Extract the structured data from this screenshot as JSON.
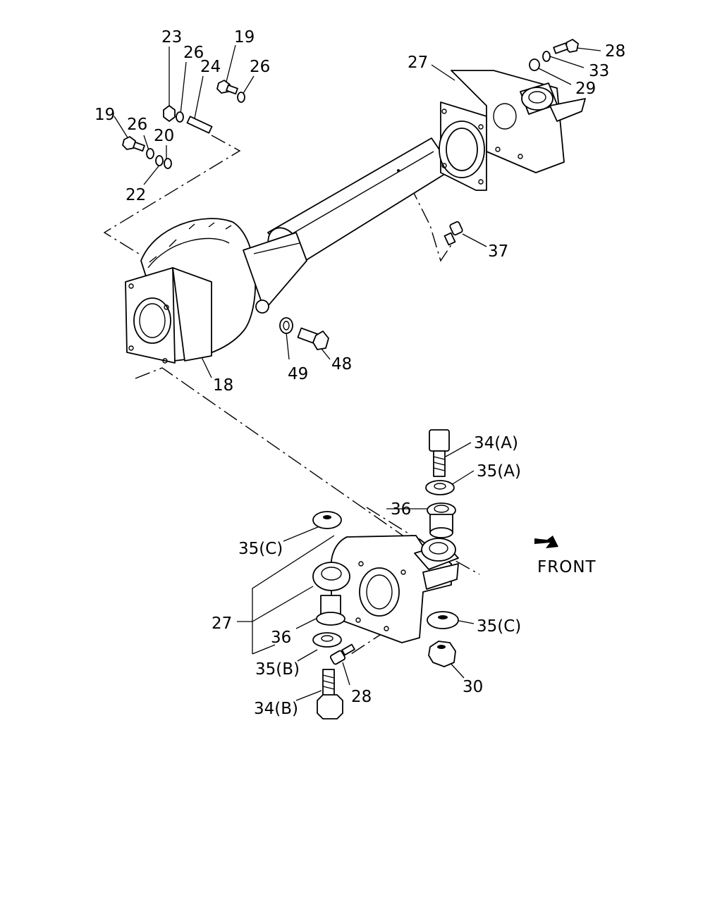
{
  "callouts": {
    "c23": "23",
    "c26a": "26",
    "c24": "24",
    "c19a": "19",
    "c26b": "26",
    "c19b": "19",
    "c26c": "26",
    "c20": "20",
    "c22": "22",
    "c27a": "27",
    "c28a": "28",
    "c33": "33",
    "c29": "29",
    "c37": "37",
    "c49": "49",
    "c48": "48",
    "c18": "18",
    "c34a": "34(A)",
    "c35a": "35(A)",
    "c36a": "36",
    "c35c_left": "35(C)",
    "c27b": "27",
    "c36b": "36",
    "c35b": "35(B)",
    "c28b": "28",
    "c34b": "34(B)",
    "c35c_right": "35(C)",
    "c30": "30"
  },
  "direction_label": "FRONT",
  "icons": {
    "arrow": "front-arrow-icon"
  }
}
